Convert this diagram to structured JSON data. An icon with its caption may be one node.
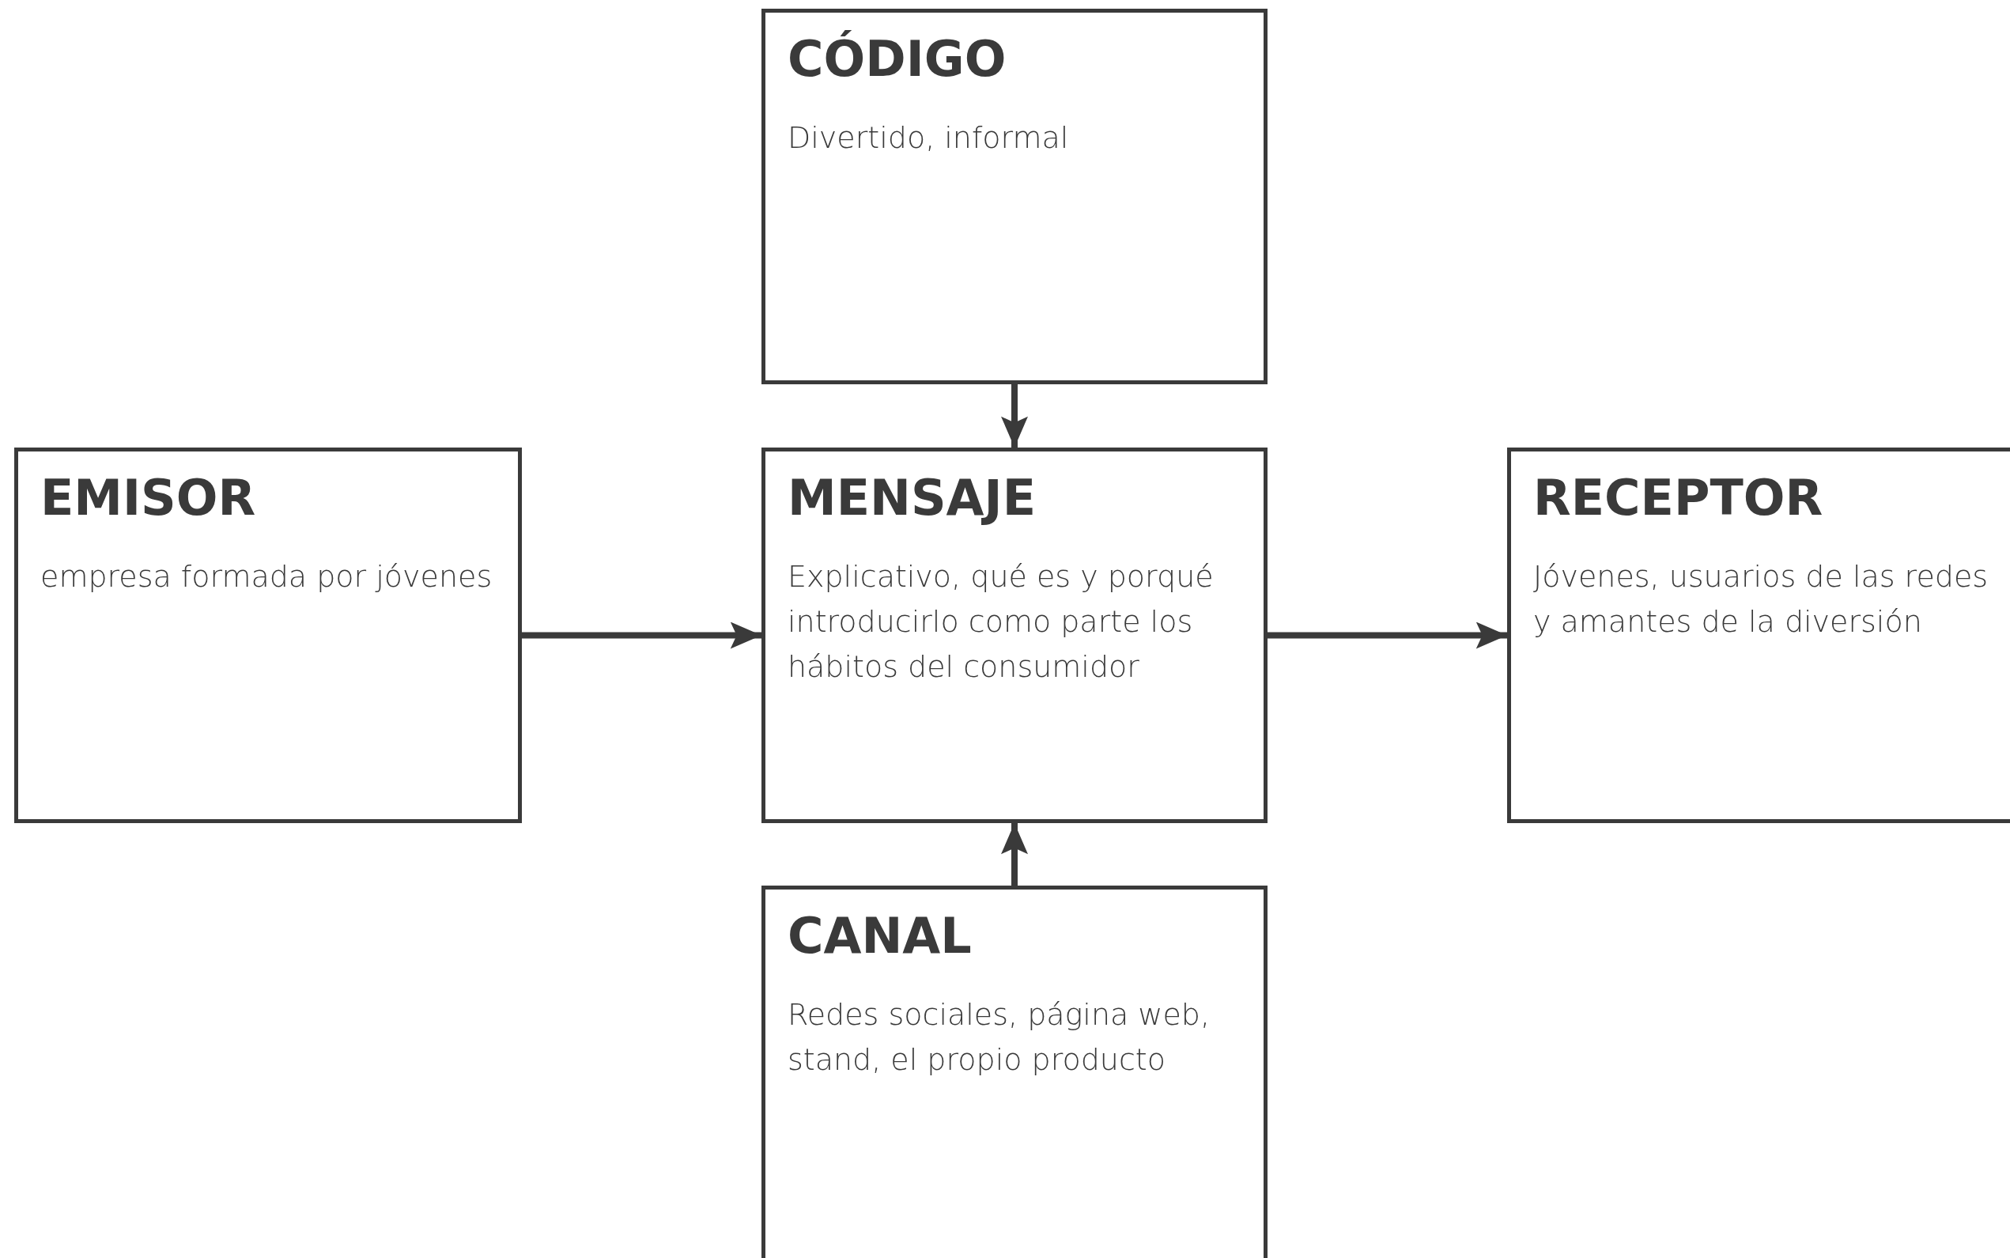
{
  "diagram": {
    "nodes": [
      {
        "text": [
          "CÓDIGO",
          "Divertido, informal"
        ]
      },
      {
        "text": [
          "EMISOR",
          "empresa formada por jóvenes"
        ]
      },
      {
        "text": [
          "MENSAJE",
          "Explicativo, qué es y porqué introducirlo como parte los hábitos del consumidor"
        ]
      },
      {
        "text": [
          "RECEPTOR",
          "Jóvenes, usuarios de las redes y amantes de la diversión"
        ]
      },
      {
        "text": [
          "CANAL",
          "Redes sociales, página web, stand, el propio producto"
        ]
      }
    ],
    "edges": [
      {
        "from": 1,
        "to": 2,
        "arrow": "to"
      },
      {
        "from": 2,
        "to": 3,
        "arrow": "to"
      },
      {
        "from": 0,
        "to": 2,
        "arrow": "to"
      },
      {
        "from": 4,
        "to": 2,
        "arrow": "to"
      }
    ]
  }
}
